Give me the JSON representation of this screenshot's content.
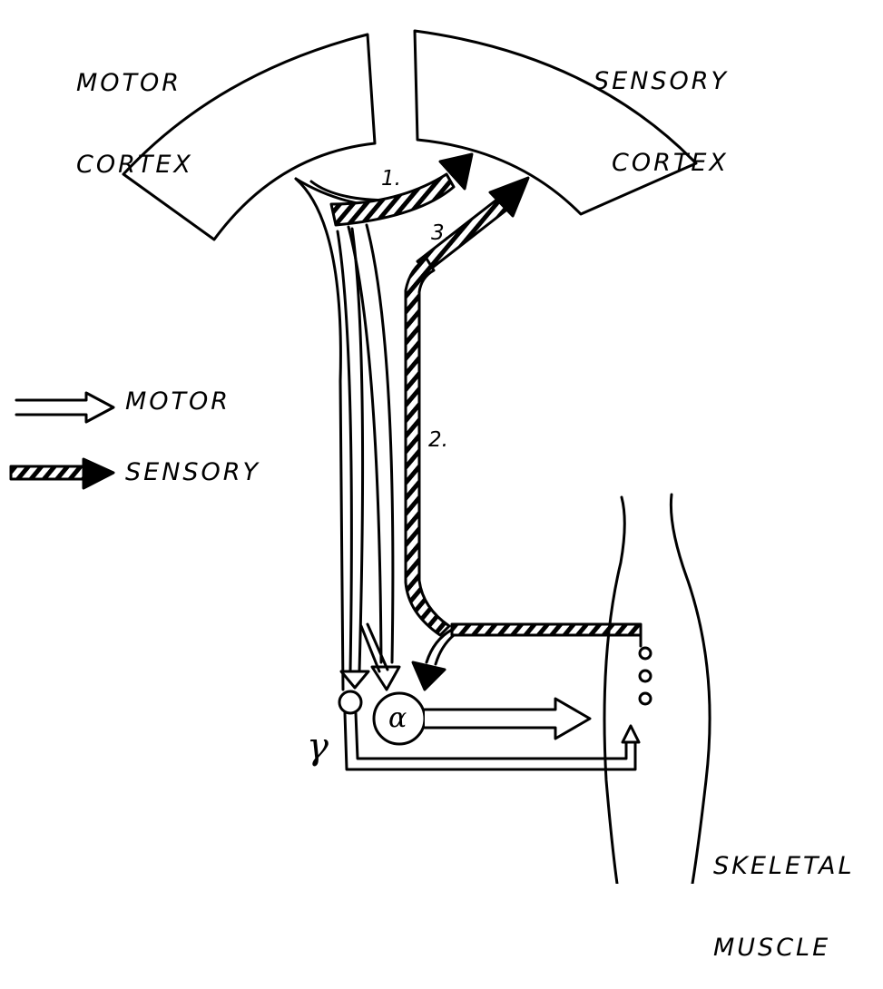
{
  "labels": {
    "motor_cortex_1": "MOTOR",
    "motor_cortex_2": "CORTEX",
    "sensory_cortex_1": "SENSORY",
    "sensory_cortex_2": "CORTEX",
    "skeletal_muscle_1": "SKELETAL",
    "skeletal_muscle_2": "MUSCLE"
  },
  "legend": {
    "motor": "MOTOR",
    "sensory": "SENSORY"
  },
  "pathway_numbers": {
    "p1": "1.",
    "p2": "2.",
    "p3": "3."
  },
  "neurons": {
    "alpha": "α",
    "gamma": "γ"
  },
  "colors": {
    "ink": "#000000",
    "background": "#ffffff"
  }
}
